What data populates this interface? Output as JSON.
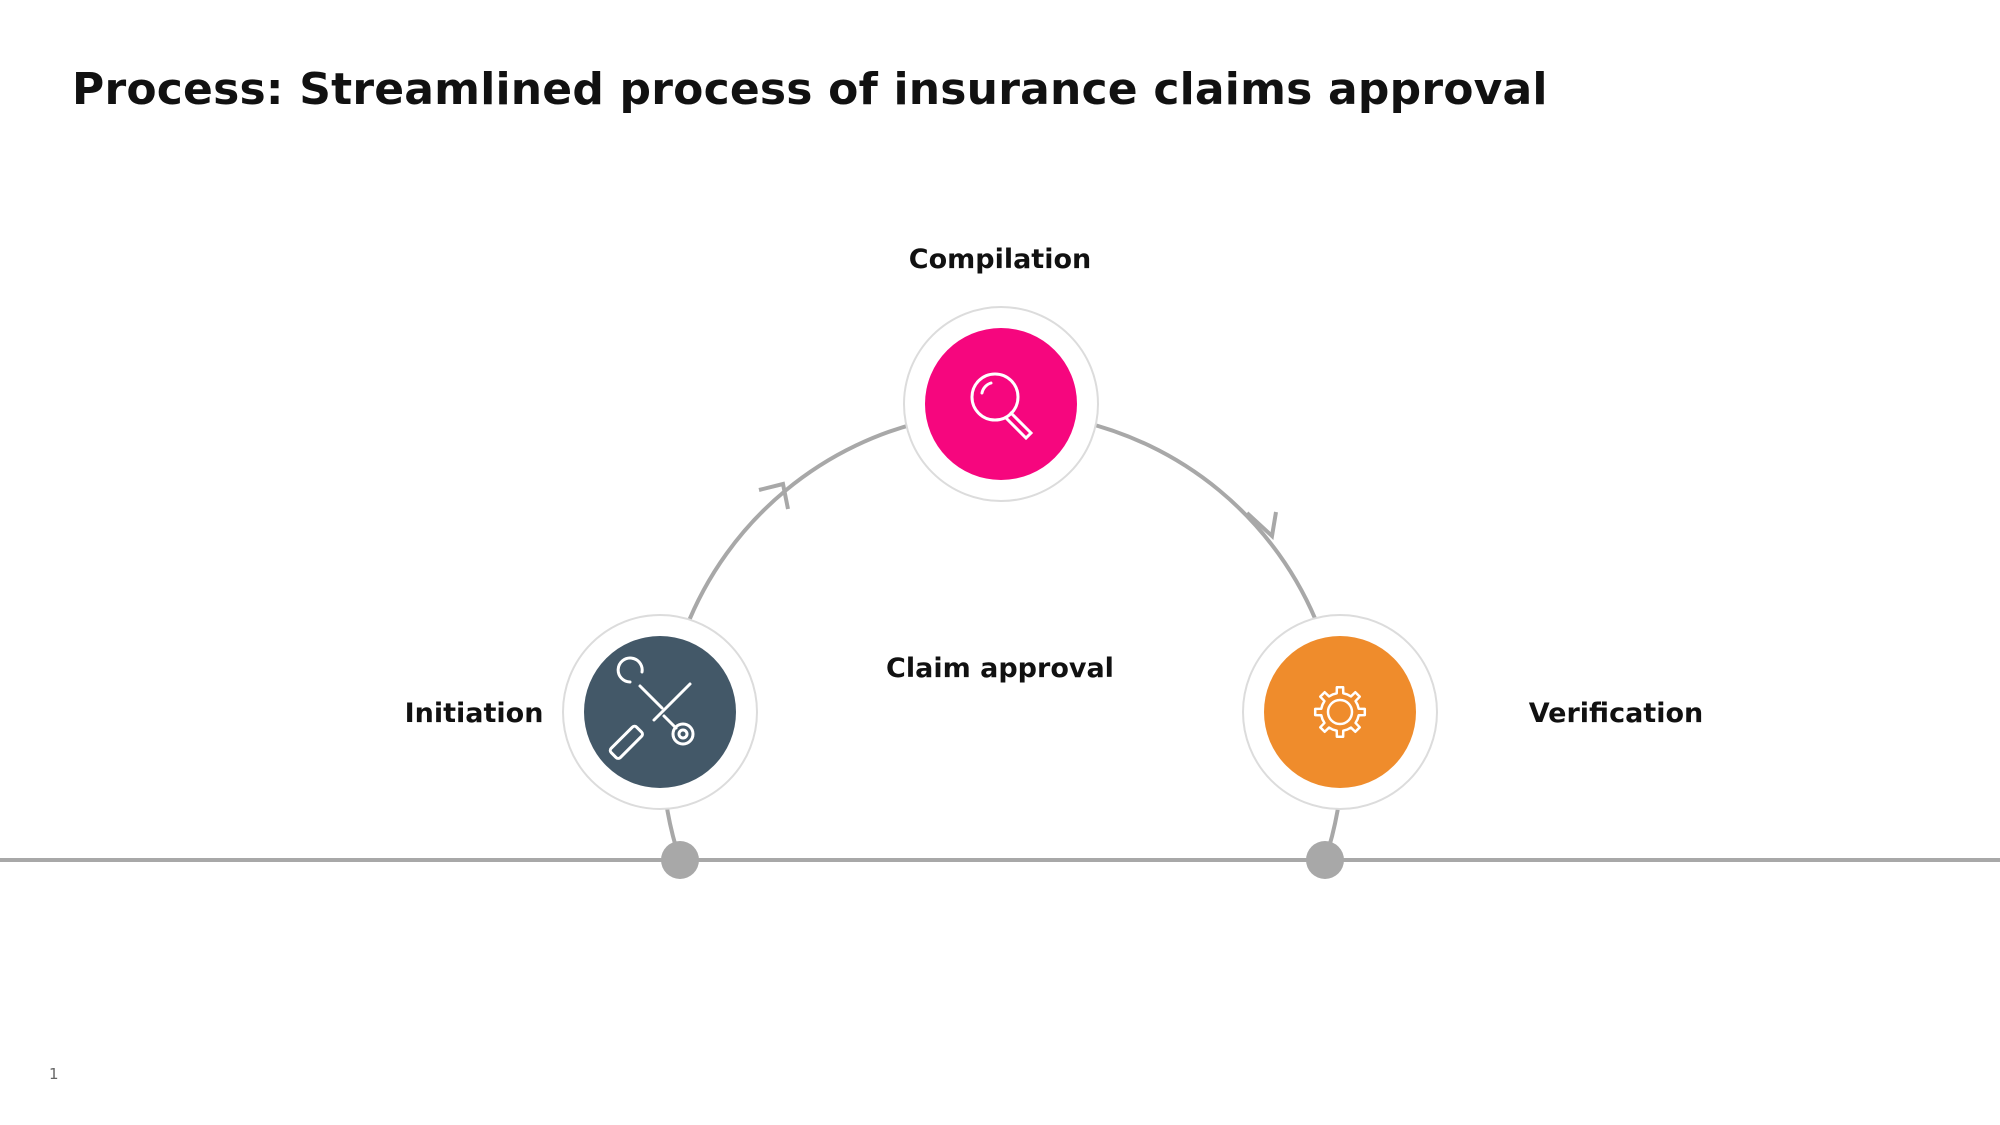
{
  "title": "Process: Streamlined process of insurance claims approval",
  "center_label": "Claim approval",
  "page_number": "1",
  "colors": {
    "background": "#ffffff",
    "arc": "#a8a8a8",
    "timeline": "#a8a8a8",
    "node_ring": "#dcdcdc",
    "text": "#111111"
  },
  "steps": [
    {
      "label": "Initiation",
      "icon": "tools-icon",
      "color": "#435868"
    },
    {
      "label": "Compilation",
      "icon": "magnifier-icon",
      "color": "#f6067e"
    },
    {
      "label": "Verification",
      "icon": "gear-icon",
      "color": "#ef8c2c"
    }
  ]
}
